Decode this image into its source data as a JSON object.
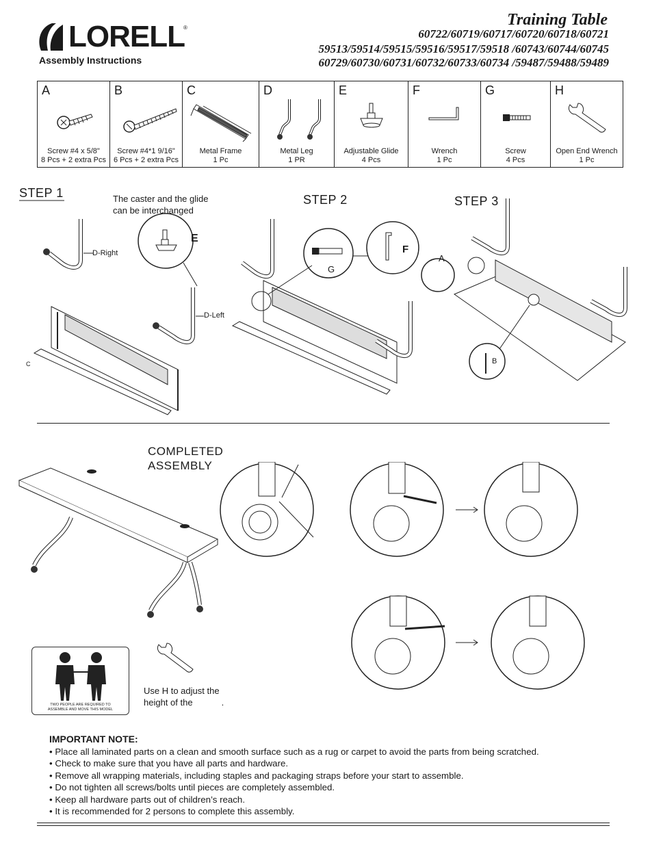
{
  "header": {
    "brand": "LORELL",
    "registered_mark": "®",
    "subtitle": "Assembly Instructions",
    "title": "Training Table",
    "model_lines": [
      "60722/60719/60717/60720/60718/60721",
      "59513/59514/59515/59516/59517/59518 /60743/60744/60745",
      "60729/60730/60731/60732/60733/60734 /59487/59488/59489"
    ]
  },
  "parts": [
    {
      "letter": "A",
      "name": "Screw #4 x 5/8\"",
      "qty": "8 Pcs + 2 extra Pcs",
      "icon": "short-screw-icon"
    },
    {
      "letter": "B",
      "name": "Screw #4*1 9/16\"",
      "qty": "6 Pcs + 2 extra Pcs",
      "icon": "long-screw-icon"
    },
    {
      "letter": "C",
      "name": "Metal Frame",
      "qty": "1 Pc",
      "icon": "metal-frame-icon"
    },
    {
      "letter": "D",
      "name": "Metal Leg",
      "qty": "1 PR",
      "icon": "metal-leg-icon"
    },
    {
      "letter": "E",
      "name": "Adjustable Glide",
      "qty": "4 Pcs",
      "icon": "glide-icon"
    },
    {
      "letter": "F",
      "name": "Wrench",
      "qty": "1 Pc",
      "icon": "allen-wrench-icon"
    },
    {
      "letter": "G",
      "name": "Screw",
      "qty": "4 Pcs",
      "icon": "bolt-icon"
    },
    {
      "letter": "H",
      "name": "Open End Wrench",
      "qty": "1 Pc",
      "icon": "open-end-wrench-icon"
    }
  ],
  "steps": {
    "step1": {
      "label": "STEP 1",
      "note_line1": "The caster and the glide",
      "note_line2": "can be interchanged",
      "callout_e": "E",
      "label_d_right": "D-Right",
      "label_d_left": "D-Left",
      "label_c": "C"
    },
    "step2": {
      "label": "STEP 2",
      "callout_g": "G",
      "callout_f": "F"
    },
    "step3": {
      "label": "STEP 3",
      "callout_a": "A",
      "callout_b": "B"
    }
  },
  "completed": {
    "title_line1": "COMPLETED",
    "title_line2": "ASSEMBLY",
    "adjust_line1": "Use H to adjust the",
    "adjust_line2": "height of the",
    "adjust_trailing": ".",
    "warning_line1": "TWO PEOPLE ARE REQUIRED TO",
    "warning_line2": "ASSEMBLE AND MOVE THIS MODEL"
  },
  "important": {
    "title": "IMPORTANT NOTE:",
    "items": [
      "• Place all laminated parts on a clean and smooth surface such as a rug or carpet to avoid the parts from being scratched.",
      "• Check to make sure that you have all parts and hardware.",
      "• Remove all wrapping materials, including staples and packaging straps before your start to assemble.",
      "• Do not tighten all screws/bolts until pieces are completely assembled.",
      "• Keep all hardware parts out of children’s reach.",
      "• It is recommended for 2 persons to complete this assembly."
    ]
  }
}
